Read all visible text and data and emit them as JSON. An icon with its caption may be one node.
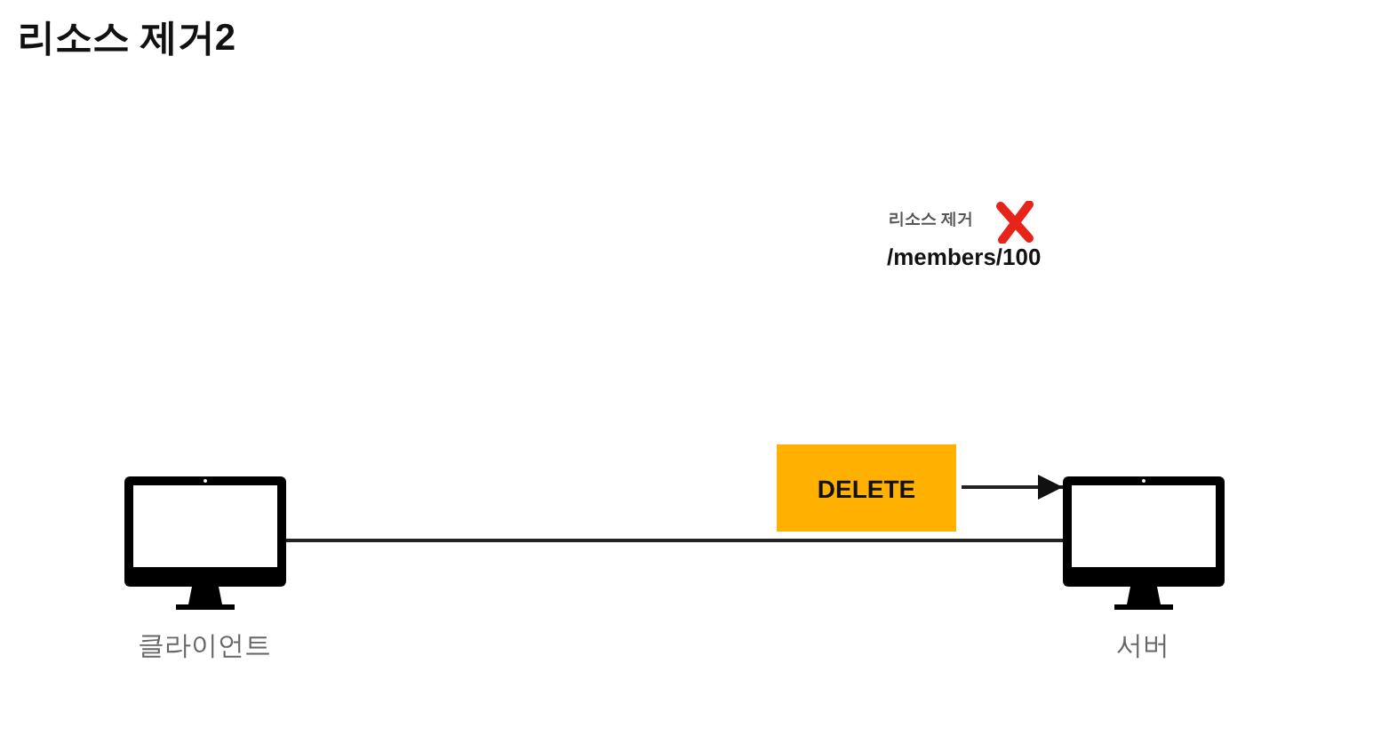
{
  "diagram": {
    "title": "리소스 제거2",
    "nodes": [
      {
        "text": [],
        "shape": "computer",
        "beside": [
          "클라이언트"
        ]
      },
      {
        "text": [],
        "shape": "computer",
        "beside": [
          "서버"
        ]
      },
      {
        "text": [
          "DELETE"
        ]
      }
    ],
    "edges": [
      {
        "from": 0,
        "to": 1,
        "arrow": "none"
      },
      {
        "from": 2,
        "to": 1,
        "arrow": "to"
      }
    ],
    "labels": [
      "리소스 제거",
      "/members/100"
    ]
  }
}
